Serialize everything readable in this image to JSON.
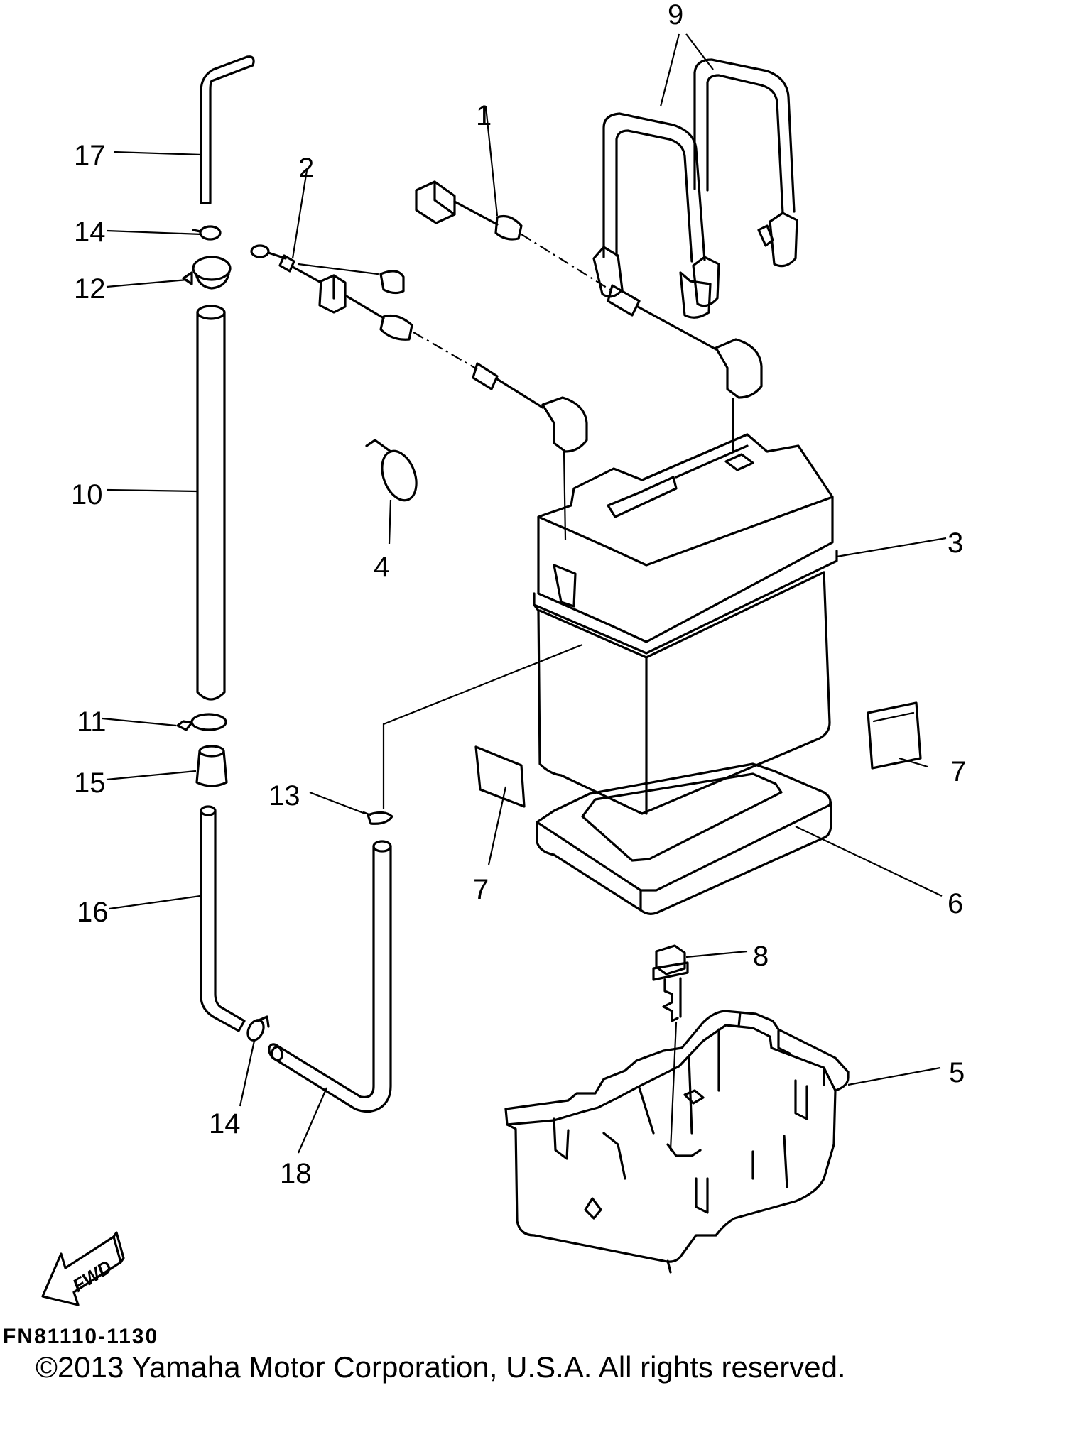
{
  "diagram": {
    "callouts": [
      "1",
      "2",
      "3",
      "4",
      "5",
      "6",
      "7",
      "7",
      "8",
      "9",
      "10",
      "11",
      "12",
      "13",
      "14",
      "14",
      "15",
      "16",
      "17",
      "18"
    ],
    "direction_label": "FWD",
    "drawing_code": "FN81110-1130",
    "copyright": "©2013 Yamaha Motor Corporation, U.S.A. All rights reserved."
  }
}
